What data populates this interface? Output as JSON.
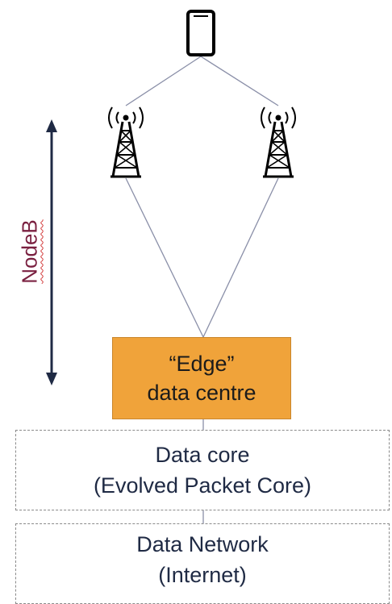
{
  "diagram": {
    "nodeb_label": "NodeB",
    "edge_box": {
      "line1": "“Edge”",
      "line2": "data centre",
      "fill_color": "#F0A33A"
    },
    "core_box": {
      "line1": "Data core",
      "line2": "(Evolved Packet Core)"
    },
    "network_box": {
      "line1": "Data Network",
      "line2": "(Internet)"
    },
    "icons": [
      "phone-icon",
      "cell-tower-icon",
      "cell-tower-icon"
    ],
    "colors": {
      "arrow": "#1f2a44",
      "connector": "#8a8fa8",
      "text_dark": "#1f2a44"
    }
  }
}
